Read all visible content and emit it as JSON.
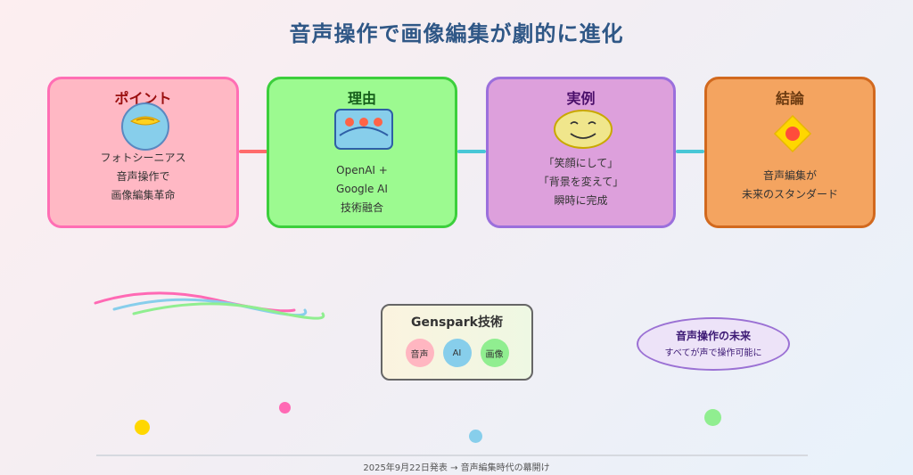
{
  "title": "音声操作で画像編集が劇的に進化",
  "cards": [
    {
      "heading": "ポイント",
      "lines": [
        "フォトシーニアス",
        "音声操作で",
        "画像編集革命"
      ]
    },
    {
      "heading": "理由",
      "lines": [
        "OpenAI +",
        "Google AI",
        "技術融合"
      ]
    },
    {
      "heading": "実例",
      "lines": [
        "「笑顔にして」",
        "「背景を変えて」",
        "瞬時に完成"
      ]
    },
    {
      "heading": "結論",
      "lines": [
        "音声編集が",
        "未来のスタンダード"
      ]
    }
  ],
  "genspark": {
    "title": "Genspark技術",
    "chips": [
      "音声",
      "AI",
      "画像"
    ]
  },
  "future": {
    "title": "音声操作の未来",
    "subtitle": "すべてが声で操作可能に"
  },
  "footer": "2025年9月22日発表 → 音声編集時代の幕開け",
  "colors": {
    "title": "#2f5786",
    "card1_bg": "#ffb8c4",
    "card1_border": "#ff6eb4",
    "card2_bg": "#9cfa90",
    "card2_border": "#3ccf3c",
    "card3_bg": "#dda0dc",
    "card3_border": "#9b6fdc",
    "card4_bg": "#f4a460",
    "card4_border": "#d2691e"
  }
}
